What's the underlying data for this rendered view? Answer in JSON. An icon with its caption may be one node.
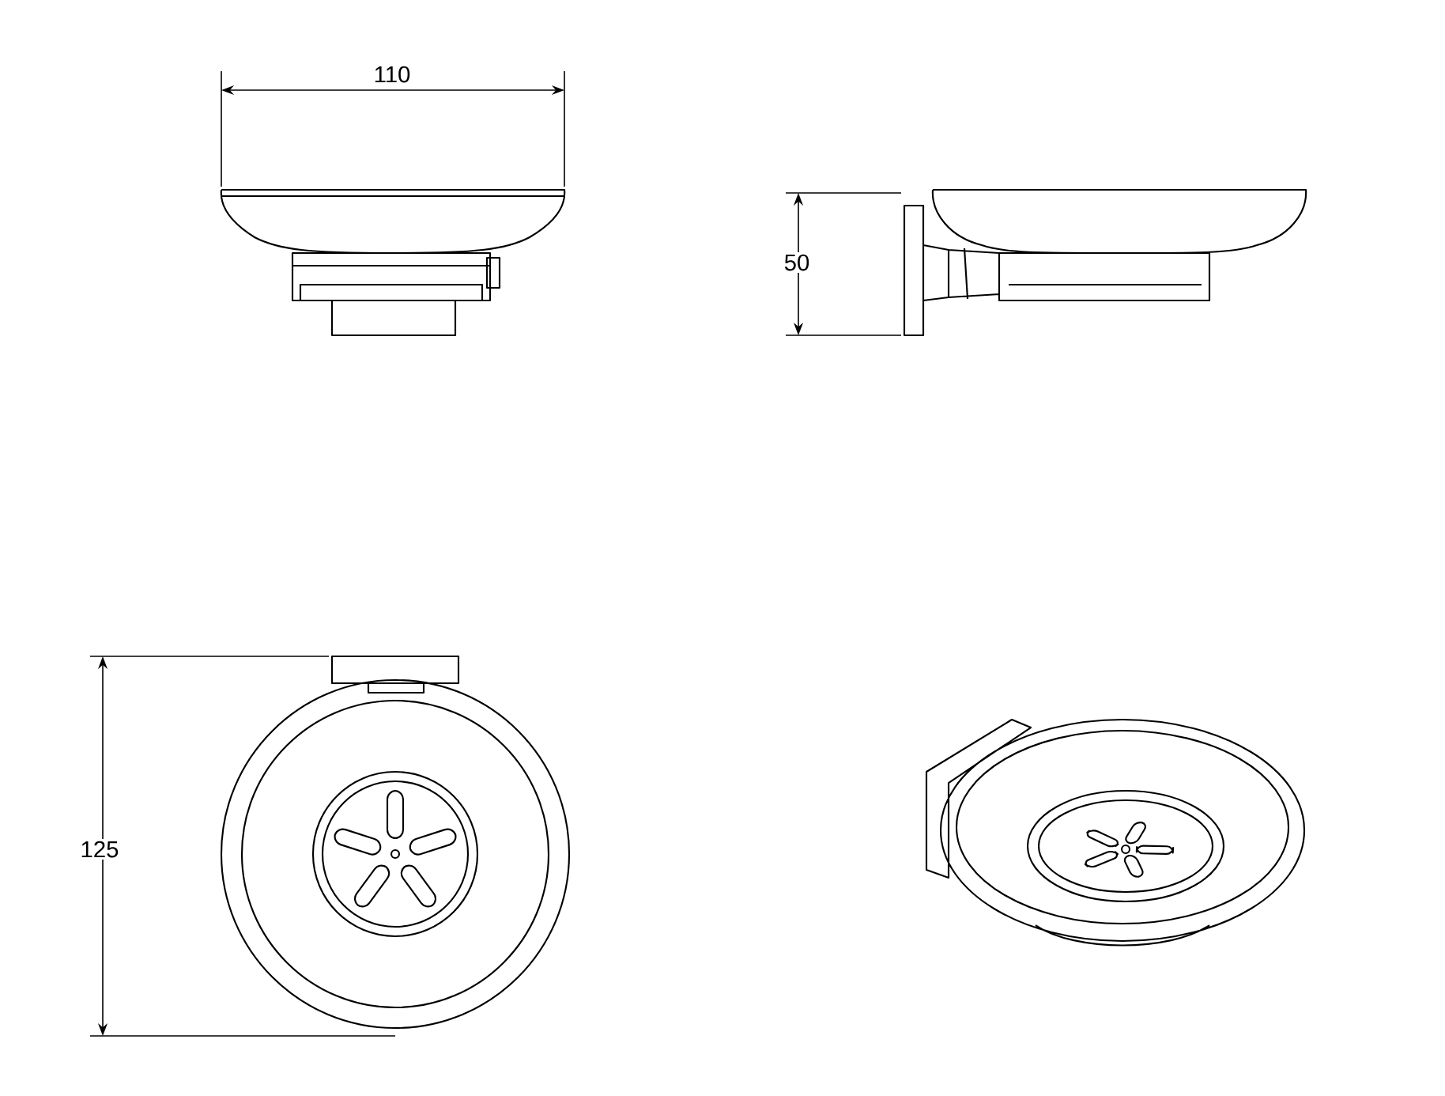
{
  "diagram": {
    "labels": [
      "110",
      "50",
      "125"
    ]
  }
}
